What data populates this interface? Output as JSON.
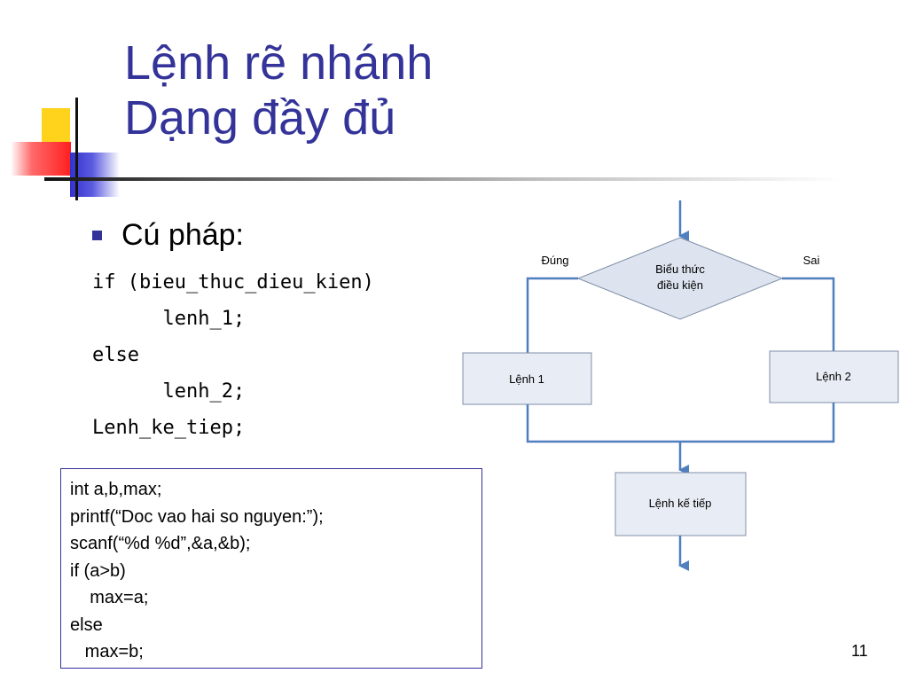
{
  "title": {
    "line1": "Lệnh rẽ nhánh",
    "line2": "Dạng đầy đủ"
  },
  "bullet": "Cú pháp:",
  "syntax_lines": [
    "if (bieu_thuc_dieu_kien)",
    "      lenh_1;",
    "else",
    "      lenh_2;",
    "Lenh_ke_tiep;"
  ],
  "example_lines": [
    "int a,b,max;",
    "printf(“Doc vao hai so nguyen:”);",
    "scanf(“%d %d”,&a,&b);",
    "if (a>b)",
    "    max=a;",
    "else",
    "   max=b;"
  ],
  "flowchart": {
    "condition_line1": "Biểu thức",
    "condition_line2": "điều kiện",
    "true_label": "Đúng",
    "false_label": "Sai",
    "stmt1": "Lệnh 1",
    "stmt2": "Lệnh 2",
    "next": "Lệnh kế tiếp"
  },
  "colors": {
    "title": "#333399",
    "flow_line": "#4f7fbf",
    "diamond_fill": "#dde4ef",
    "box_fill": "#e8ecf4",
    "box_border": "#7f8fa8"
  },
  "page_number": "11"
}
